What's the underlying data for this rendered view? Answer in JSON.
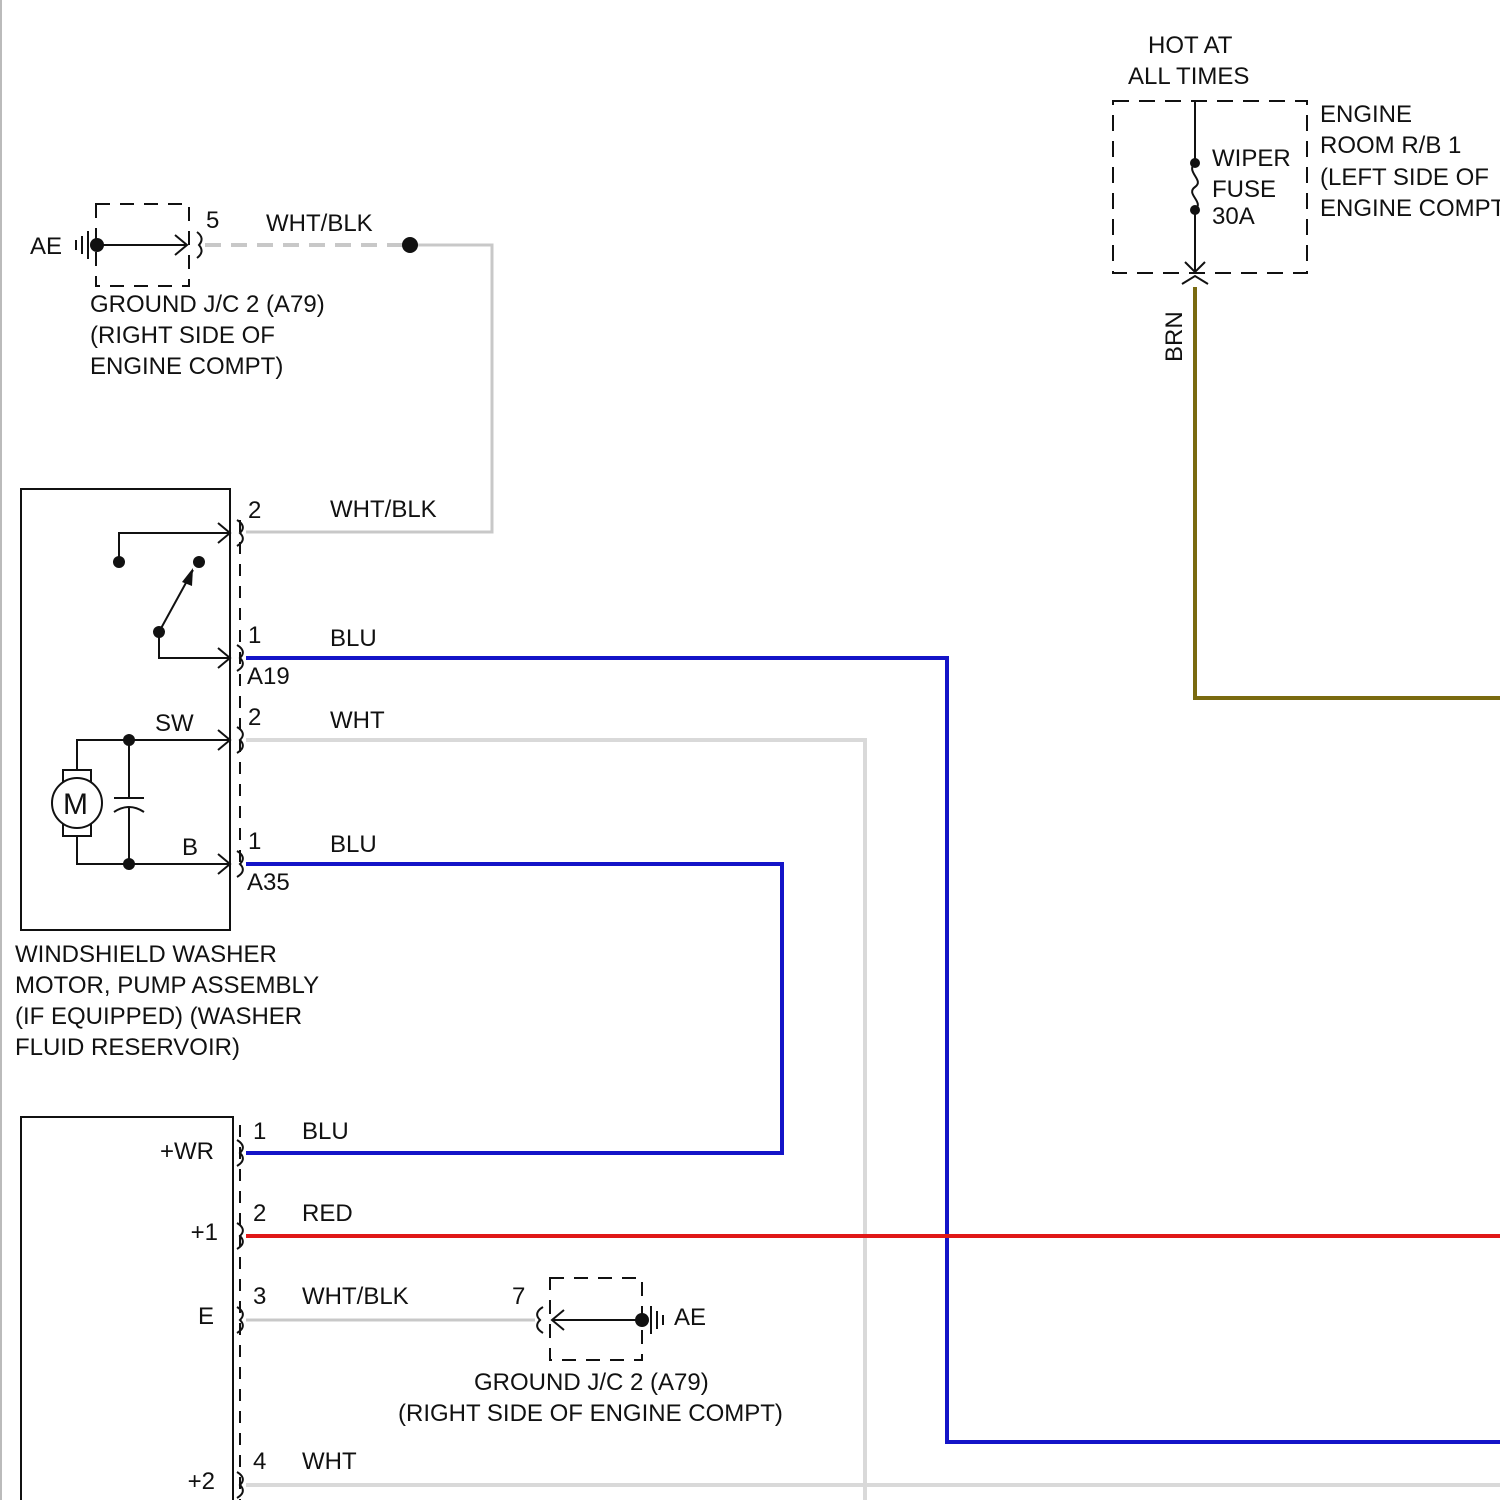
{
  "colors": {
    "wht_blk": "#c8c8c8",
    "wht": "#d9d9d9",
    "blu": "#1414c8",
    "red": "#e01818",
    "brn": "#7a6a10",
    "line": "#111111"
  },
  "power": {
    "hot_line1": "HOT AT",
    "hot_line2": "ALL TIMES",
    "relay_box": [
      "ENGINE",
      "ROOM R/B 1",
      "(LEFT SIDE OF",
      "ENGINE COMPT"
    ],
    "fuse": [
      "WIPER",
      "FUSE",
      "30A"
    ],
    "wire_brn": "BRN"
  },
  "ground_top": {
    "ae": "AE",
    "pin": "5",
    "wire": "WHT/BLK",
    "caption": [
      "GROUND J/C 2 (A79)",
      "(RIGHT SIDE OF",
      "ENGINE COMPT)"
    ]
  },
  "washer": {
    "pin_a19_2": "2",
    "wire_a19_2": "WHT/BLK",
    "pin_a19_1": "1",
    "wire_a19_1": "BLU",
    "conn_a19": "A19",
    "pin_a35_2": "2",
    "wire_a35_2": "WHT",
    "label_sw": "SW",
    "motor": "M",
    "label_b": "B",
    "pin_a35_1": "1",
    "wire_a35_1": "BLU",
    "conn_a35": "A35",
    "caption": [
      "WINDSHIELD WASHER",
      "MOTOR, PUMP ASSEMBLY",
      "(IF EQUIPPED) (WASHER",
      "FLUID RESERVOIR)"
    ]
  },
  "lower": {
    "terminals": [
      "+WR",
      "+1",
      "E",
      "+2"
    ],
    "pins": [
      "1",
      "2",
      "3",
      "4"
    ],
    "wires": [
      "BLU",
      "RED",
      "WHT/BLK",
      "WHT"
    ]
  },
  "ground_bottom": {
    "pin": "7",
    "ae": "AE",
    "caption": [
      "GROUND J/C 2 (A79)",
      "(RIGHT SIDE OF ENGINE COMPT)"
    ]
  }
}
